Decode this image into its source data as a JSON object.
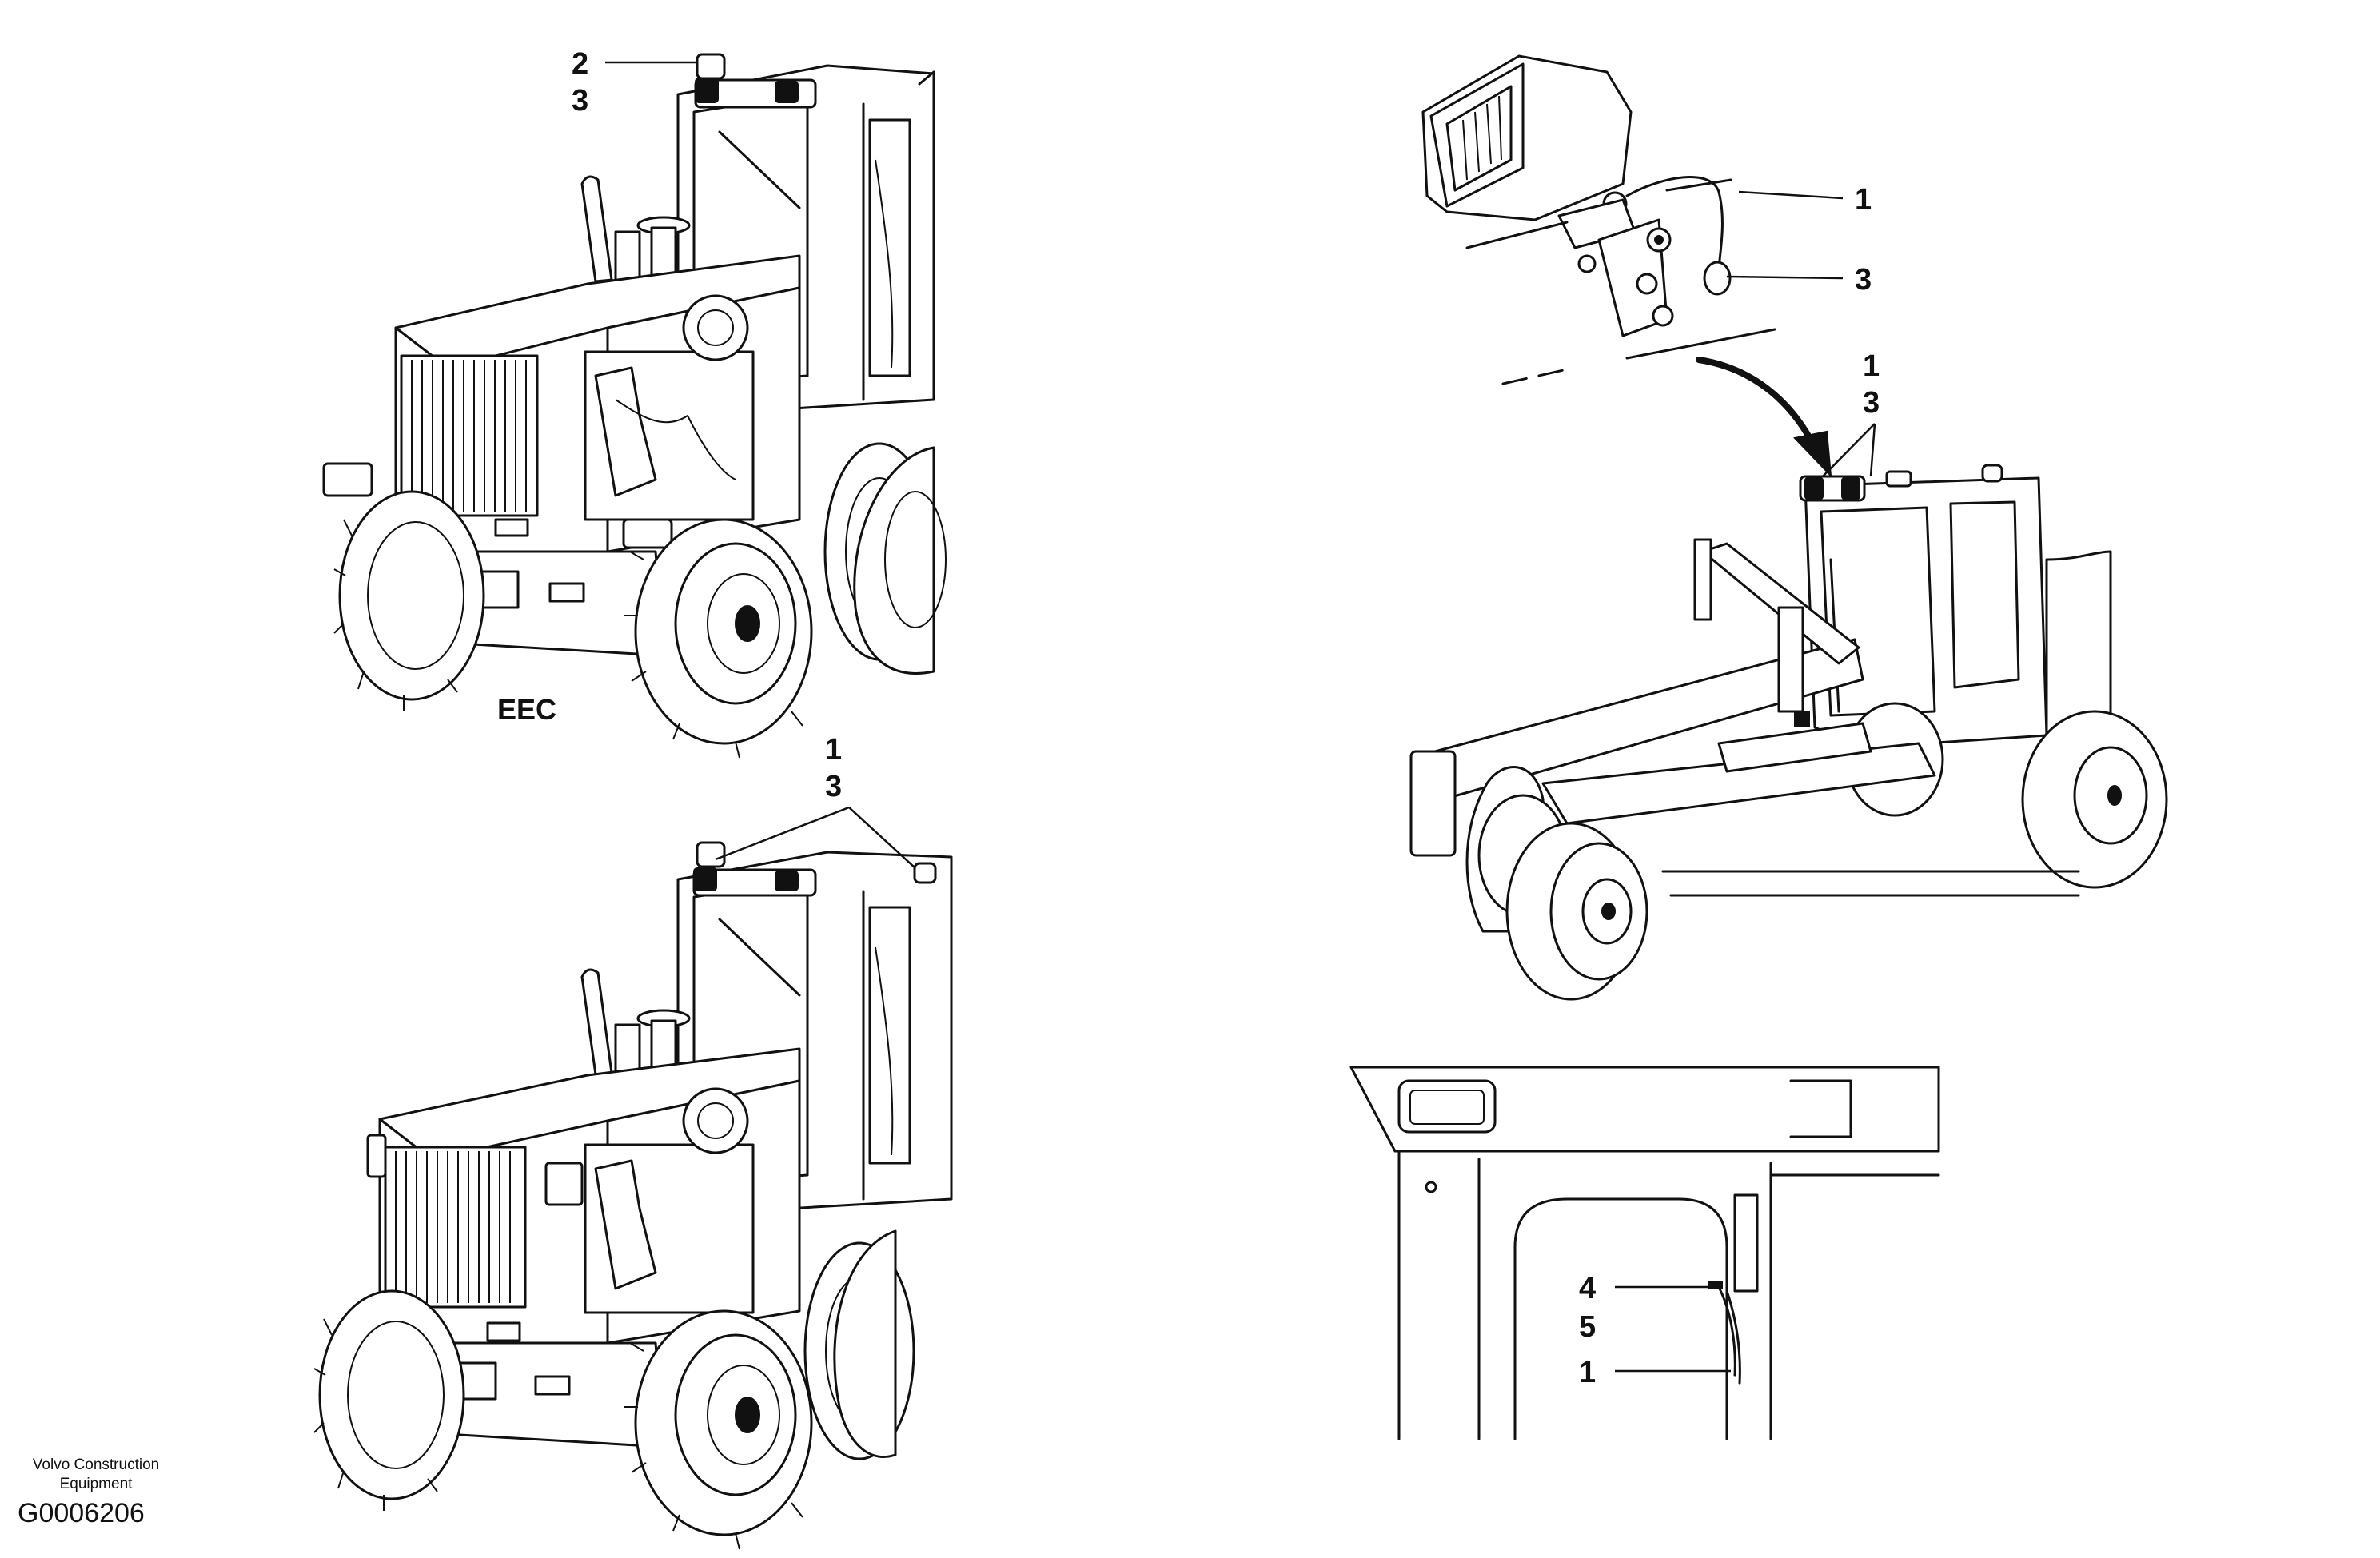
{
  "views": {
    "grader_top_left": {
      "callouts": [
        "2",
        "3"
      ],
      "tag": "EEC"
    },
    "grader_bottom_left": {
      "callouts": [
        "1",
        "3"
      ]
    },
    "lamp_detail": {
      "callouts": [
        "1",
        "3"
      ]
    },
    "grader_right": {
      "callouts": [
        "1",
        "3"
      ]
    },
    "cab_interior": {
      "callouts": [
        "4",
        "5",
        "1"
      ]
    }
  },
  "footer": {
    "credit_line1": "Volvo Construction",
    "credit_line2": "Equipment",
    "figure_id": "G0006206"
  }
}
